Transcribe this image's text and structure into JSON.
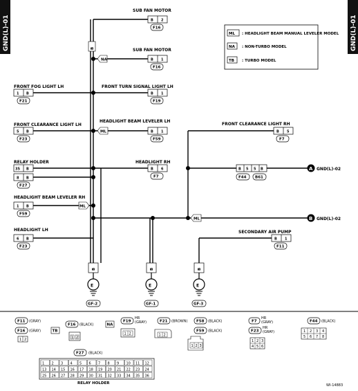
{
  "side_tab": "GND(L)-01",
  "legend": {
    "ml": {
      "code": "ML",
      "text": ": HEADLIGHT BEAM MANUAL LEVELER MODEL"
    },
    "na": {
      "code": "NA",
      "text": ": NON-TURBO MODEL"
    },
    "tb": {
      "code": "TB",
      "text": ": TURBO MODEL"
    }
  },
  "components": [
    {
      "label": "SUB FAN MOTOR",
      "pin": "2",
      "conn": "F16"
    },
    {
      "label": "SUB FAN MOTOR",
      "pin": "1",
      "conn": "F16"
    },
    {
      "label": "FRONT FOG LIGHT LH",
      "pin": "1",
      "conn": "F21"
    },
    {
      "label": "FRONT TURN SIGNAL LIGHT LH",
      "pin": "1",
      "conn": "F19"
    },
    {
      "label": "FRONT CLEARANCE LIGHT LH",
      "pin": "5",
      "conn": "F23"
    },
    {
      "label": "HEADLIGHT BEAM LEVELER LH",
      "pin": "1",
      "conn": "F59"
    },
    {
      "label": "FRONT CLEARANCE LIGHT RH",
      "pin": "5",
      "conn": "F7"
    },
    {
      "label": "RELAY HOLDER",
      "pins": [
        "35",
        "8"
      ],
      "conn": "F27"
    },
    {
      "label": "HEADLIGHT RH",
      "pin": "6",
      "conn": "F7"
    },
    {
      "label": "HEADLIGHT BEAM LEVELER RH",
      "pin": "1",
      "conn": "F59"
    },
    {
      "label": "HEADLIGHT LH",
      "pin": "6",
      "conn": "F23"
    },
    {
      "label": "SECONDARY AIR PUMP",
      "pin": "1",
      "conn": "F11"
    }
  ],
  "inline_connector": {
    "pin_left": "5",
    "pin_right": "5",
    "conn_left": "F44",
    "conn_right": "B61"
  },
  "offpage": {
    "a": {
      "letter": "A",
      "text": "GND(L)-02"
    },
    "b": {
      "letter": "B",
      "text": "GND(L)-02"
    }
  },
  "wire_codes": {
    "b": "B",
    "ml": "ML",
    "na": "NA"
  },
  "grounds": [
    {
      "label": "GF-2",
      "symbol": "E"
    },
    {
      "label": "GF-1",
      "symbol": "E"
    },
    {
      "label": "GF-3",
      "symbol": "E"
    }
  ],
  "connector_list": [
    {
      "code": "F11",
      "color": "(GRAY)"
    },
    {
      "code": "F16",
      "color": "(GRAY)",
      "tag": "TB"
    },
    {
      "code": "F16",
      "color": "(BLACK)",
      "tag": "NA"
    },
    {
      "code": "F19",
      "prefix": "HR",
      "color": "(GRAY)"
    },
    {
      "code": "F21",
      "color": "(BROWN)"
    },
    {
      "code": "F58",
      "color": "(BLACK)"
    },
    {
      "code": "F59",
      "color": "(BLACK)"
    },
    {
      "code": "F7",
      "prefix": "HR",
      "color": "(GRAY)"
    },
    {
      "code": "F23",
      "prefix": "HR",
      "color": "(GRAY)"
    },
    {
      "code": "F44",
      "color": "(BLACK)"
    },
    {
      "code": "F27",
      "color": "(BLACK)",
      "name": "RELAY HOLDER"
    }
  ],
  "pin_numbers": {
    "two": [
      "1",
      "2"
    ],
    "three": [
      "1",
      "2",
      "3"
    ],
    "six_a": [
      "1",
      "2",
      "3",
      "4",
      "5",
      "6"
    ],
    "eight": [
      "1",
      "2",
      "3",
      "4",
      "5",
      "6",
      "7",
      "8"
    ],
    "relay": [
      "1",
      "2",
      "3",
      "4",
      "5",
      "6",
      "7",
      "8",
      "9",
      "10",
      "11",
      "12",
      "13",
      "14",
      "15",
      "16",
      "17",
      "18",
      "19",
      "20",
      "21",
      "22",
      "23",
      "24",
      "25",
      "26",
      "27",
      "28",
      "29",
      "30",
      "31",
      "32",
      "33",
      "34",
      "35",
      "36"
    ]
  },
  "figure_id": "WI-14883"
}
